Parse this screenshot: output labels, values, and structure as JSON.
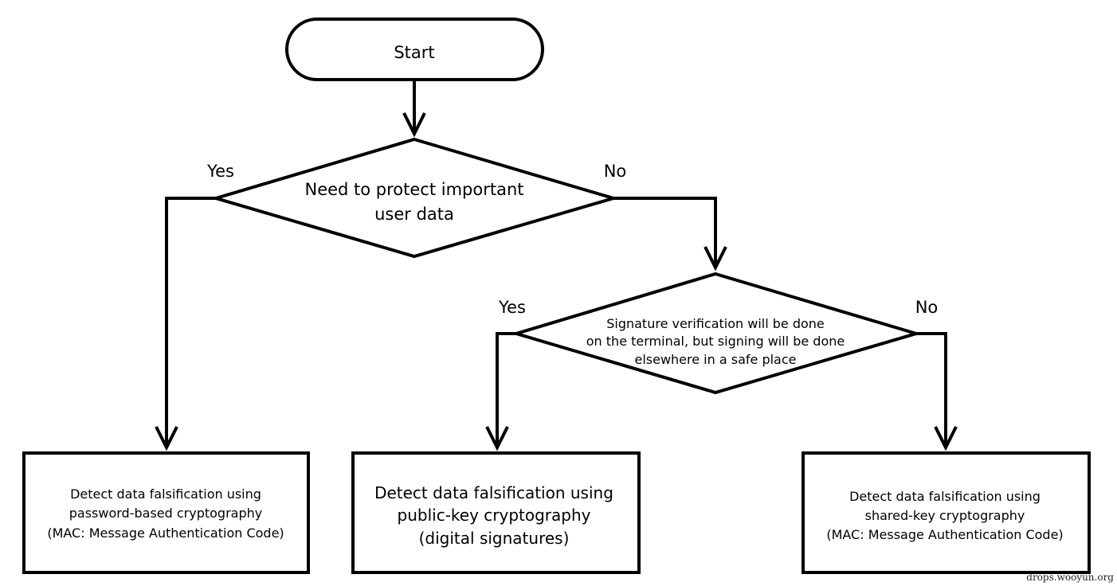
{
  "nodes": {
    "start": {
      "label": "Start"
    },
    "decision_1": {
      "lines": [
        "Need to protect important",
        "user data"
      ]
    },
    "decision_2": {
      "lines": [
        "Signature verification will be done",
        "on the terminal, but signing will be done",
        "elsewhere in a safe place"
      ]
    },
    "result_left": {
      "lines": [
        "Detect data falsification using",
        "password-based cryptography",
        "(MAC: Message Authentication Code)"
      ]
    },
    "result_middle": {
      "lines": [
        "Detect data falsification using",
        "public-key cryptography",
        "(digital signatures)"
      ]
    },
    "result_right": {
      "lines": [
        "Detect data falsification using",
        "shared-key cryptography",
        "(MAC: Message Authentication Code)"
      ]
    }
  },
  "branches": {
    "decision_1_yes": "Yes",
    "decision_1_no": "No",
    "decision_2_yes": "Yes",
    "decision_2_no": "No"
  },
  "watermark": "drops.wooyun.org"
}
